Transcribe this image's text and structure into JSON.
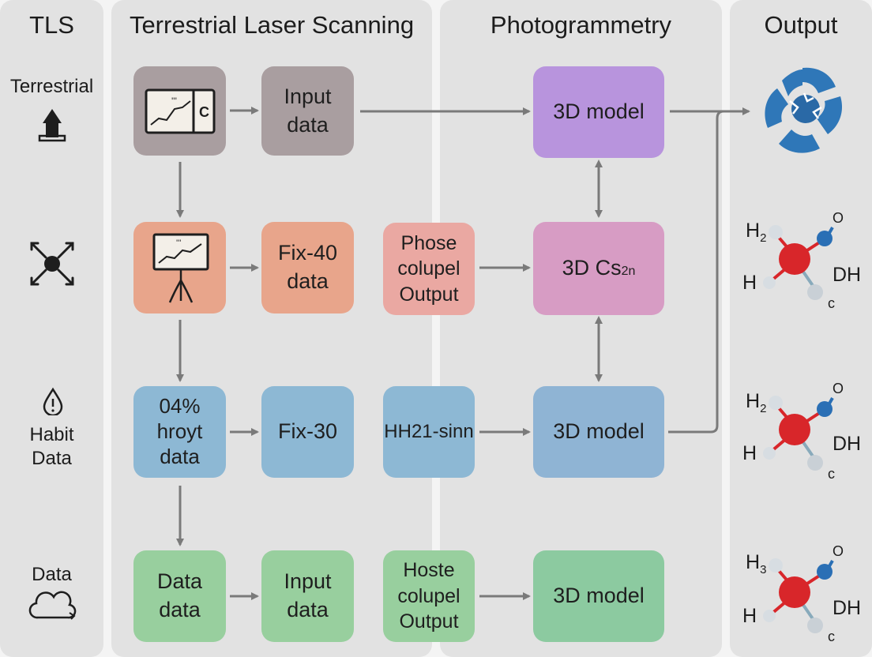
{
  "headers": {
    "tls": "TLS",
    "laser": "Terrestrial Laser Scanning",
    "photo": "Photogrammetry",
    "output": "Output"
  },
  "side": {
    "terrestrial": "Terrestrial",
    "habit_line1": "Habit",
    "habit_line2": "Data",
    "data": "Data"
  },
  "boxes": {
    "r1_input": [
      "Input",
      "data"
    ],
    "r1_model": "3D model",
    "r2_fix": [
      "Fix-40",
      "data"
    ],
    "r2_phose": [
      "Phose",
      "colupel",
      "Output"
    ],
    "r2_model": "3D Cs",
    "r2_model_sub": "2n",
    "r3_left": [
      "04%",
      "hroyt",
      "data"
    ],
    "r3_fix": "Fix-30",
    "r3_hh": "HH21-sinn",
    "r3_model": "3D model",
    "r4_left": [
      "Data",
      "data"
    ],
    "r4_input": [
      "Input",
      "data"
    ],
    "r4_hoste": [
      "Hoste",
      "colupel",
      "Output"
    ],
    "r4_model": "3D model"
  },
  "icon_texts": {
    "scanner_c": "C",
    "scanner_marks": "'''"
  },
  "molecules": [
    {
      "h_top": "H",
      "h_top_sub": "2",
      "o": "O",
      "dh": "DH",
      "h_bottom": "H",
      "c": "c"
    },
    {
      "h_top": "H",
      "h_top_sub": "2",
      "o": "O",
      "dh": "DH",
      "h_bottom": "H",
      "c": "c"
    },
    {
      "h_top": "H",
      "h_top_sub": "3",
      "o": "O",
      "dh": "DH",
      "h_bottom": "H",
      "c": "c"
    }
  ],
  "colors": {
    "gray_box": "#a99ea0",
    "salmon_box": "#e8a58b",
    "blue_box": "#8db8d4",
    "green_box": "#98cf9e",
    "purple_box": "#b894dd",
    "pink_box": "#d79cc4",
    "phose_box": "#eaa8a2",
    "model_blue": "#8fb4d4",
    "model_green": "#8ccaa0",
    "arrow": "#7a7a7a",
    "logo_blue": "#2f77b8",
    "atom_red": "#d8262a",
    "atom_blue": "#2a6fb5",
    "atom_gray": "#c9d0d6"
  }
}
